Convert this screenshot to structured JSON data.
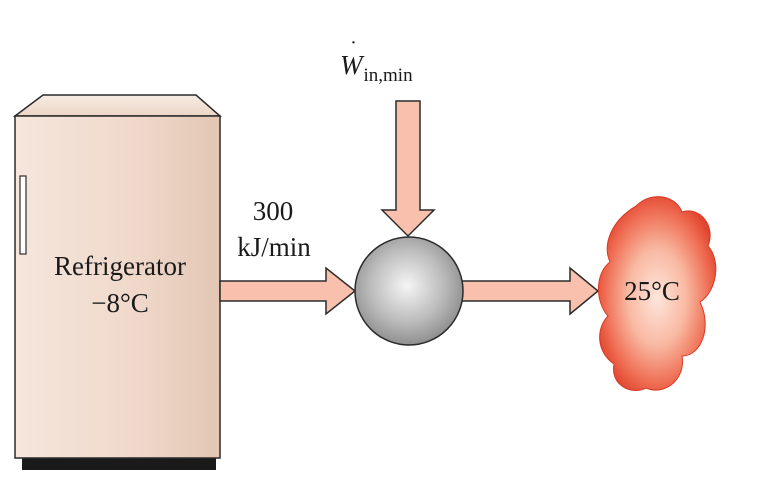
{
  "refrigerator": {
    "name": "Refrigerator",
    "temperature": "−8°C"
  },
  "heat_removed": {
    "value": "300",
    "unit": "kJ/min"
  },
  "work_input": {
    "symbol": "W",
    "subscript": "in,min"
  },
  "surroundings": {
    "temperature": "25°C"
  },
  "colors": {
    "arrow_fill": "#f9c1ad",
    "fridge_body": "#f1dccf",
    "fridge_base": "#1a1a1a",
    "machine_light": "#f0f0f0",
    "machine_dark": "#8c8c8c",
    "cloud_outer": "#e8543e",
    "cloud_inner": "#fbd3c3"
  }
}
